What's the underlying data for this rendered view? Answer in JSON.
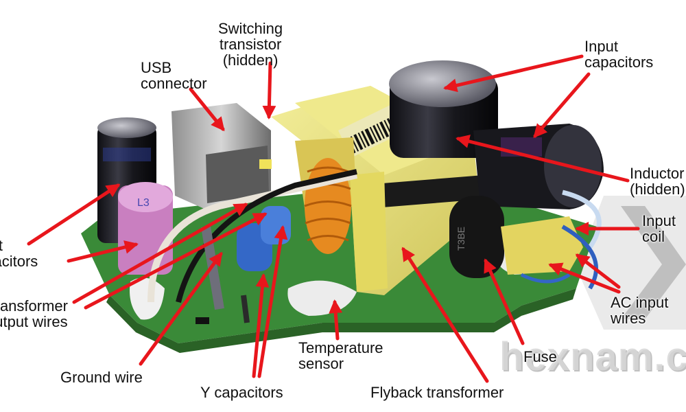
{
  "labels": {
    "switching_transistor": "Switching\ntransistor\n(hidden)",
    "usb_connector": "USB\nconnector",
    "input_capacitors_right": "Input\ncapacitors",
    "inductor": "Inductor\n(hidden)",
    "input_coil": "Input\ncoil",
    "ac_input_wires": "AC input\nwires",
    "input_capacitors_left": "Input\ncapacitors",
    "transformer_output_wires": "Transformer\noutput wires",
    "ground_wire": "Ground wire",
    "y_capacitors": "Y capacitors",
    "temperature_sensor": "Temperature\nsensor",
    "flyback_transformer": "Flyback transformer",
    "fuse": "Fuse"
  },
  "watermark": "hexnam.com",
  "colors": {
    "arrow": "#e8161c",
    "label_text": "#111111",
    "pcb_green": "#3c8a3a",
    "transformer_yellow": "#e9e27a",
    "capacitor_black": "#1d1d22",
    "watermark": "#d7d7d7"
  }
}
